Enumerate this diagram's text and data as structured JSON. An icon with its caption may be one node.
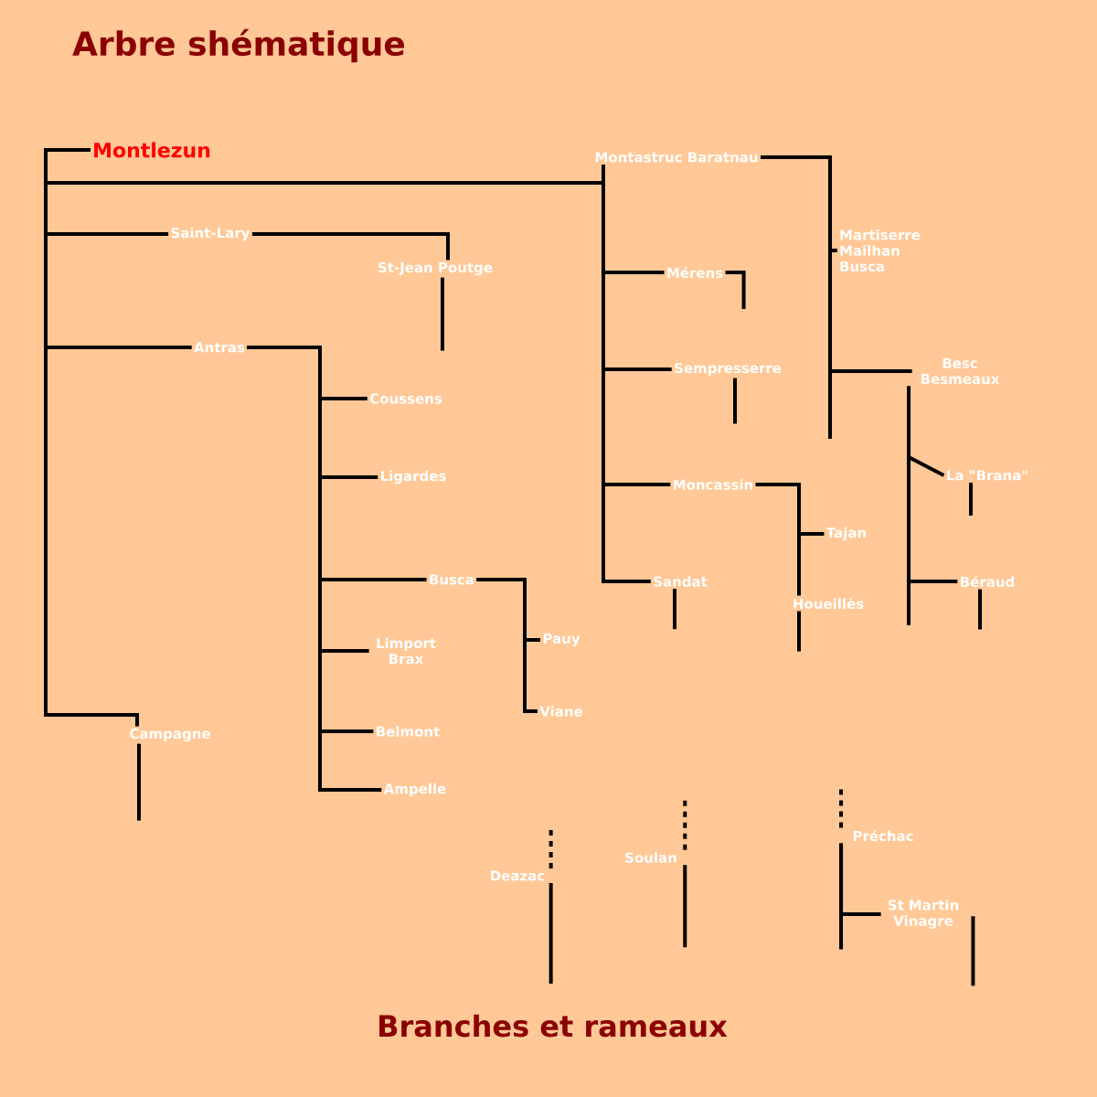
{
  "diagram": {
    "title": "Arbre shématique",
    "caption": "Branches et rameaux",
    "nodes": [
      {
        "text": [
          "Montlezun"
        ]
      },
      {
        "text": [
          "Montastruc Baratnau"
        ]
      },
      {
        "text": [
          "Saint-Lary"
        ]
      },
      {
        "text": [
          "St-Jean Poutge"
        ]
      },
      {
        "text": [
          "Antras"
        ]
      },
      {
        "text": [
          "Coussens"
        ]
      },
      {
        "text": [
          "Ligardes"
        ]
      },
      {
        "text": [
          "Busca"
        ]
      },
      {
        "text": [
          "Pauy"
        ]
      },
      {
        "text": [
          "Viane"
        ]
      },
      {
        "text": [
          "Limport Brax"
        ]
      },
      {
        "text": [
          "Belmont"
        ]
      },
      {
        "text": [
          "Ampelle"
        ]
      },
      {
        "text": [
          "Campagne"
        ]
      },
      {
        "text": [
          "Mérens"
        ]
      },
      {
        "text": [
          "Sempresserre"
        ]
      },
      {
        "text": [
          "Moncassin"
        ]
      },
      {
        "text": [
          "Tajan"
        ]
      },
      {
        "text": [
          "Houeillès"
        ]
      },
      {
        "text": [
          "Sandat"
        ]
      },
      {
        "text": [
          "Martiserre Mailhan Busca"
        ]
      },
      {
        "text": [
          "Besc Besmeaux"
        ]
      },
      {
        "text": [
          "La \"Brana\""
        ]
      },
      {
        "text": [
          "Béraud"
        ]
      },
      {
        "text": [
          "Deazac"
        ]
      },
      {
        "text": [
          "Soulan"
        ]
      },
      {
        "text": [
          "Préchac"
        ]
      },
      {
        "text": [
          "St Martin Vinagre"
        ]
      }
    ],
    "edges": [
      {
        "from": 0,
        "to": 1,
        "arrow": "none"
      },
      {
        "from": 0,
        "to": 2,
        "arrow": "none"
      },
      {
        "from": 2,
        "to": 3,
        "arrow": "none"
      },
      {
        "from": 3,
        "to": null,
        "arrow": "none"
      },
      {
        "from": 0,
        "to": 4,
        "arrow": "none"
      },
      {
        "from": 4,
        "to": 5,
        "arrow": "none"
      },
      {
        "from": 4,
        "to": 6,
        "arrow": "none"
      },
      {
        "from": 4,
        "to": 7,
        "arrow": "none"
      },
      {
        "from": 4,
        "to": 10,
        "arrow": "none"
      },
      {
        "from": 4,
        "to": 11,
        "arrow": "none"
      },
      {
        "from": 4,
        "to": 12,
        "arrow": "none"
      },
      {
        "from": 7,
        "to": 8,
        "arrow": "none"
      },
      {
        "from": 7,
        "to": 9,
        "arrow": "none"
      },
      {
        "from": 0,
        "to": 13,
        "arrow": "none"
      },
      {
        "from": 13,
        "to": null,
        "arrow": "none"
      },
      {
        "from": 1,
        "to": 14,
        "arrow": "none"
      },
      {
        "from": 14,
        "to": null,
        "arrow": "none"
      },
      {
        "from": 1,
        "to": 15,
        "arrow": "none"
      },
      {
        "from": 15,
        "to": null,
        "arrow": "none"
      },
      {
        "from": 1,
        "to": 16,
        "arrow": "none"
      },
      {
        "from": 1,
        "to": 19,
        "arrow": "none"
      },
      {
        "from": 19,
        "to": null,
        "arrow": "none"
      },
      {
        "from": 16,
        "to": 17,
        "arrow": "none"
      },
      {
        "from": 16,
        "to": 18,
        "arrow": "none"
      },
      {
        "from": 18,
        "to": null,
        "arrow": "none"
      },
      {
        "from": 1,
        "to": 20,
        "arrow": "none"
      },
      {
        "from": 20,
        "to": 21,
        "arrow": "none"
      },
      {
        "from": 21,
        "to": 22,
        "arrow": "none"
      },
      {
        "from": 22,
        "to": null,
        "arrow": "none"
      },
      {
        "from": 21,
        "to": 23,
        "arrow": "none"
      },
      {
        "from": 23,
        "to": null,
        "arrow": "none"
      },
      {
        "from": 24,
        "to": null,
        "arrow": "none",
        "style": "dashed"
      },
      {
        "from": 24,
        "to": null,
        "arrow": "none"
      },
      {
        "from": 25,
        "to": null,
        "arrow": "none",
        "style": "dashed"
      },
      {
        "from": 25,
        "to": null,
        "arrow": "none"
      },
      {
        "from": 26,
        "to": null,
        "arrow": "none",
        "style": "dashed"
      },
      {
        "from": 26,
        "to": null,
        "arrow": "none"
      },
      {
        "from": 26,
        "to": 27,
        "arrow": "none"
      },
      {
        "from": 27,
        "to": null,
        "arrow": "none"
      }
    ]
  }
}
